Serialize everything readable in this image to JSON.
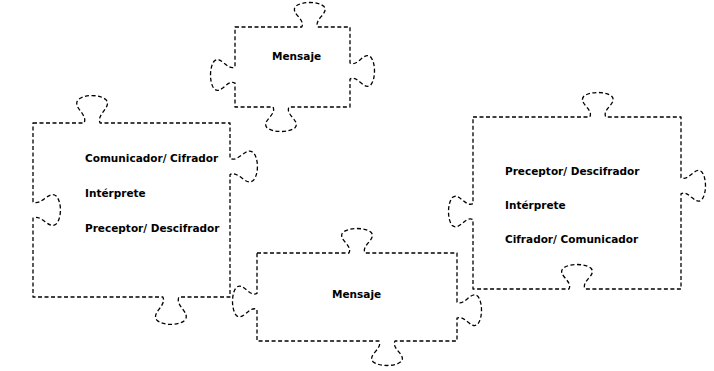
{
  "diagram": {
    "nodes": [
      {
        "text": [
          "Mensaje"
        ]
      },
      {
        "text": [
          "Comunicador/ Cifrador",
          "Intérprete",
          "Preceptor/ Descifrador"
        ]
      },
      {
        "text": [
          "Preceptor/ Descifrador",
          "Intérprete",
          "Cifrador/ Comunicador"
        ]
      },
      {
        "text": [
          "Mensaje"
        ]
      }
    ]
  }
}
